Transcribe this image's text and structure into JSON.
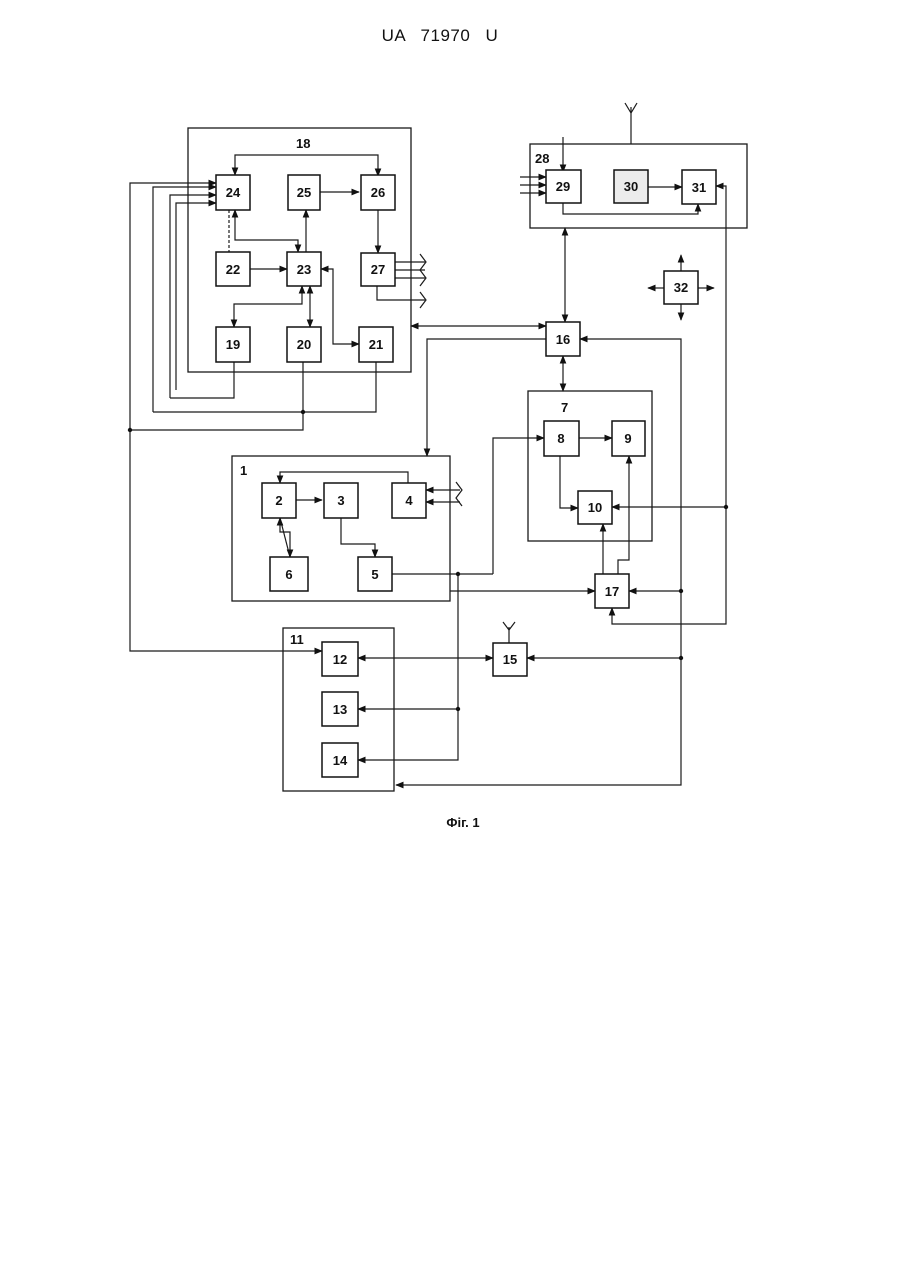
{
  "header": {
    "doc_id": "UA   71970   U"
  },
  "caption": "Фіг. 1",
  "groups": {
    "g18": "18",
    "g28": "28",
    "g7": "7",
    "g1": "1",
    "g11": "11"
  },
  "blocks": {
    "b2": "2",
    "b3": "3",
    "b4": "4",
    "b5": "5",
    "b6": "6",
    "b8": "8",
    "b9": "9",
    "b10": "10",
    "b12": "12",
    "b13": "13",
    "b14": "14",
    "b15": "15",
    "b16": "16",
    "b17": "17",
    "b19": "19",
    "b20": "20",
    "b21": "21",
    "b22": "22",
    "b23": "23",
    "b24": "24",
    "b25": "25",
    "b26": "26",
    "b27": "27",
    "b29": "29",
    "b30": "30",
    "b31": "31",
    "b32": "32"
  }
}
